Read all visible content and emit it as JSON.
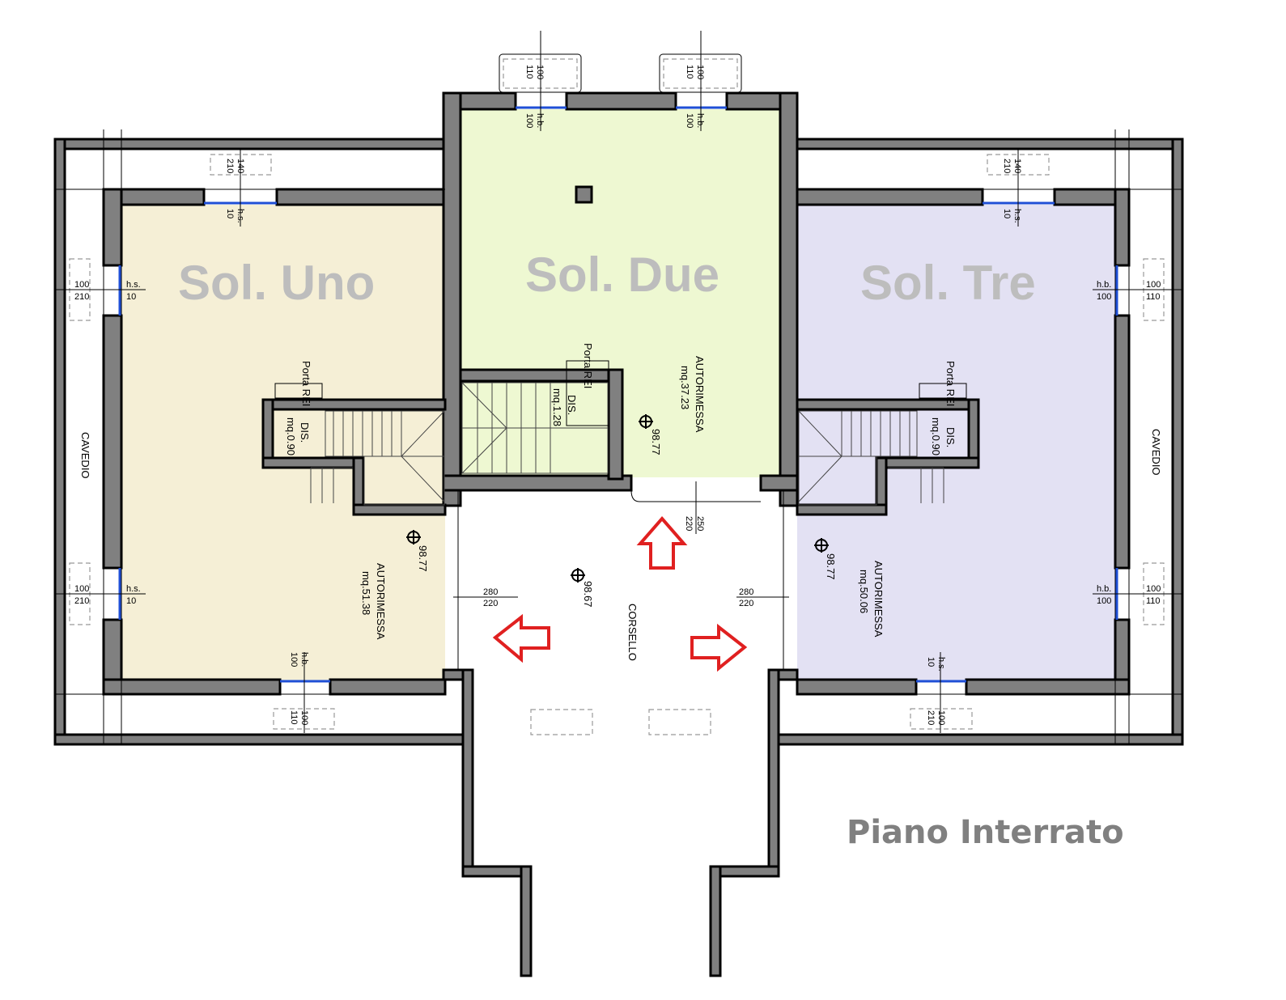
{
  "plan": {
    "title": "Piano Interrato",
    "units": [
      {
        "name": "Sol. Uno",
        "color": "#f5efd6",
        "room": "AUTORIMESSA",
        "area": "mq.51.38",
        "level": "98.77",
        "dis": "DIS.",
        "dis_area": "mq.0.90",
        "door": "Porta REI"
      },
      {
        "name": "Sol. Due",
        "color": "#eef8d2",
        "room": "AUTORIMESSA",
        "area": "mq.37.23",
        "level": "98.77",
        "dis": "DIS.",
        "dis_area": "mq.1.28",
        "door": "Porta REI"
      },
      {
        "name": "Sol. Tre",
        "color": "#e3e1f3",
        "room": "AUTORIMESSA",
        "area": "mq.50.06",
        "level": "98.77",
        "dis": "DIS.",
        "dis_area": "mq.0.90",
        "door": "Porta REI"
      }
    ],
    "corsello": {
      "label": "CORSELLO",
      "level": "98.67"
    },
    "cavedio": "CAVEDIO",
    "dims": {
      "d100": "100",
      "d110": "110",
      "d210": "210",
      "d140": "140",
      "d10": "10",
      "d280": "280",
      "d220": "220",
      "d250": "250",
      "hs": "h.s.",
      "hb": "h.b."
    }
  }
}
